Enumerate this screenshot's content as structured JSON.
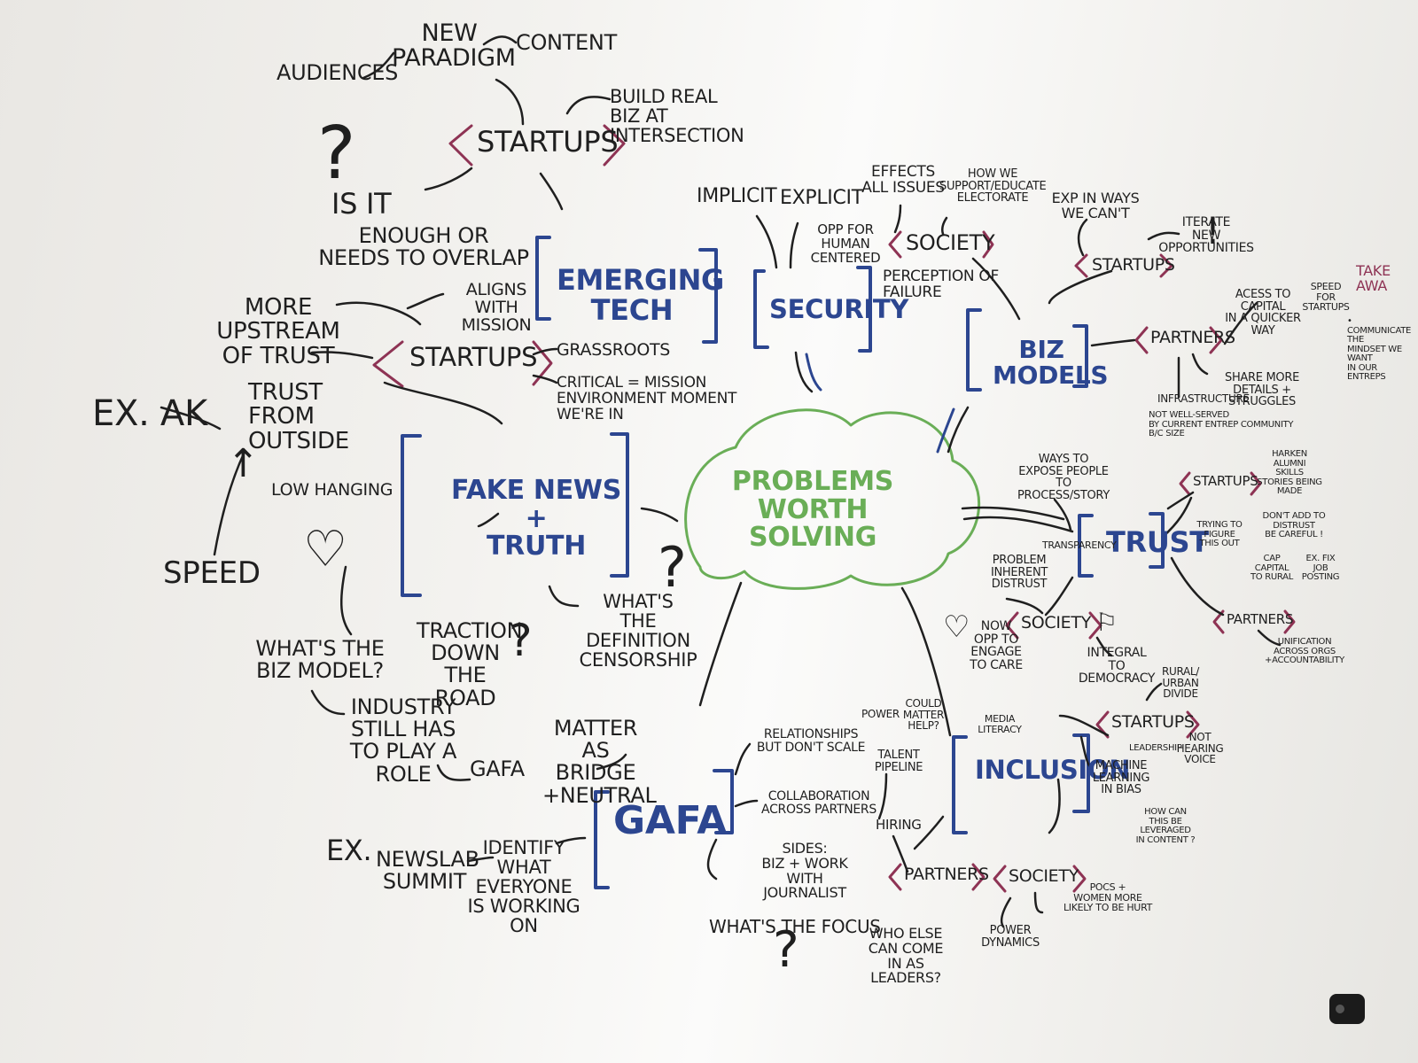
{
  "hub": "PROBLEMS\nWORTH SOLVING",
  "topics": {
    "emerging_tech": "EMERGING\nTECH",
    "security": "SECURITY",
    "fake_news": "FAKE NEWS\n+\nTRUTH",
    "biz_models": "BIZ\nMODELS",
    "trust": "TRUST",
    "inclusion": "INCLUSION",
    "gafa": "GAFA"
  },
  "tags": {
    "startups_top": "STARTUPS",
    "startups_mid": "STARTUPS",
    "society_top": "SOCIETY",
    "startups_right": "STARTUPS",
    "partners_right": "PARTNERS",
    "startups_trust": "STARTUPS",
    "partners_trust": "PARTNERS",
    "society_trust": "SOCIETY",
    "startups_incl": "STARTUPS",
    "partners_bottom": "PARTNERS",
    "society_bottom": "SOCIETY"
  },
  "notes": {
    "audiences": "AUDIENCES",
    "new_paradigm": "NEW\nPARADIGM",
    "content": "CONTENT",
    "build_real_biz": "BUILD REAL\nBIZ AT\nINTERSECTION",
    "is_it": "IS IT",
    "enough_overlap": "ENOUGH OR\nNEEDS TO OVERLAP",
    "aligns_mission": "ALIGNS WITH\nMISSION",
    "more_upstream": "MORE\nUPSTREAM\nOF TRUST",
    "grassroots": "GRASSROOTS",
    "critical": "CRITICAL = MISSION\nENVIRONMENT MOMENT\nWE'RE IN",
    "ex_ak": "EX. AK",
    "trust_outside": "TRUST\nFROM OUTSIDE",
    "low_hanging": "LOW HANGING",
    "speed": "SPEED",
    "whats_definition": "WHAT'S\nTHE DEFINITION\nCENSORSHIP",
    "whats_biz_model": "WHAT'S THE\nBIZ MODEL?",
    "traction": "TRACTION\nDOWN THE\nROAD",
    "industry_role": "INDUSTRY\nSTILL HAS\nTO PLAY A ROLE",
    "gafa_matter": "MATTER\nAS BRIDGE\n+NEUTRAL",
    "gafa_small": "GAFA",
    "implicit": "IMPLICIT",
    "explicit": "EXPLICIT",
    "opp_human": "OPP FOR\nHUMAN\nCENTERED",
    "effects_issues": "EFFECTS\nALL ISSUES",
    "how_we_support": "HOW WE\nSUPPORT/EDUCATE\nELECTORATE",
    "perception_failure": "PERCEPTION OF\nFAILURE",
    "exp_in_ways": "EXP IN WAYS\nWE CAN'T",
    "iterate_new": "ITERATE\nNEW\nOPPORTUNITIES",
    "access_capital": "ACESS TO\nCAPITAL\nIN A QUICKER\nWAY",
    "speed_startups": "SPEED\nFOR\nSTARTUPS",
    "share_details": "SHARE MORE\nDETAILS + STRUGGLES",
    "infrastructure": "INFRASTRUCTURE",
    "not_well_served": "NOT WELL-SERVED\nBY CURRENT ENTREP COMMUNITY\nB/C SIZE",
    "take_away": "TAKE AWA",
    "communicate_mindset": "• COMMUNICATE THE\nMINDSET WE WANT\nIN OUR ENTREPS",
    "ways_expose": "WAYS TO\nEXPOSE PEOPLE\nTO PROCESS/STORY",
    "transparency": "TRANSPARENCY",
    "problem_distrust": "PROBLEM\nINHERENT\nDISTRUST",
    "integral_democracy": "INTEGRAL\nTO DEMOCRACY",
    "now_opp": "NOW\nOPP TO\nENGAGE\nTO CARE",
    "harken_alumni": "HARKEN\nALUMNI\nSKILLS\nSTORIES BEING\nMADE",
    "trying_figure": "TRYING TO\nFIGURE\nTHIS OUT",
    "dont_add_distrust": "DON'T ADD TO DISTRUST\nBE CAREFUL !",
    "cap_rural": "CAP\nCAPITAL\nTO RURAL",
    "ex_fix": "EX. FIX\nJOB POSTING",
    "unification": "UNIFICATION\nACROSS ORGS\n+ACCOUNTABILITY",
    "rural_urban": "RURAL/\nURBAN\nDIVIDE",
    "leadership": "LEADERSHIP",
    "not_hearing": "NOT HEARING\nVOICE",
    "machine_learning": "MACHINE\nLEARNING\nIN BIAS",
    "how_leveraged": "HOW CAN\nTHIS BE LEVERAGED\nIN CONTENT ?",
    "power": "POWER",
    "could_matter": "COULD\nMATTER\nHELP?",
    "talent_pipeline": "TALENT\nPIPELINE",
    "media_literacy": "MEDIA\nLITERACY",
    "hiring": "HIRING",
    "relationships": "RELATIONSHIPS\nBUT DON'T SCALE",
    "collaboration": "COLLABORATION\nACROSS PARTNERS",
    "sides": "SIDES:\nBIZ + WORK WITH\nJOURNALIST",
    "whats_focus": "WHAT'S THE FOCUS",
    "who_else": "WHO ELSE\nCAN COME\nIN AS LEADERS?",
    "power_dynamics": "POWER\nDYNAMICS",
    "pocs": "POCs +\nWOMEN MORE\nLIKELY TO BE HURT",
    "ex": "EX.",
    "newslab": "NEWSLAB\nSUMMIT",
    "identify": "IDENTIFY\nWHAT EVERYONE\nIS WORKING\nON"
  },
  "palette": {
    "ink_black": "#1f1f1f",
    "ink_blue": "#2c4690",
    "ink_green": "#6aae57",
    "ink_magenta": "#8e3354"
  }
}
